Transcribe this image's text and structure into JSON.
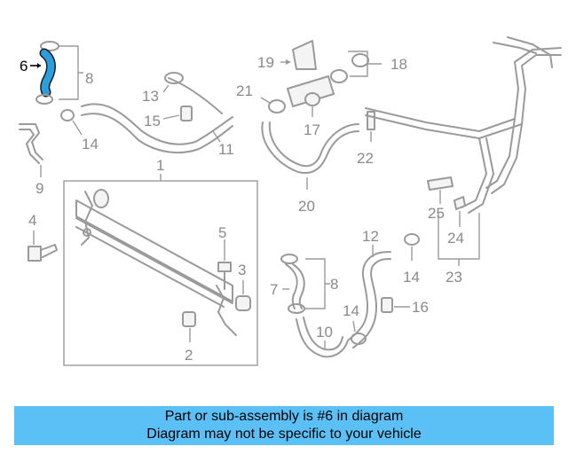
{
  "diagram": {
    "callouts": {
      "c1": "1",
      "c2": "2",
      "c3": "3",
      "c4": "4",
      "c5": "5",
      "c6": "6",
      "c7": "7",
      "c8a": "8",
      "c8b": "8",
      "c9": "9",
      "c10": "10",
      "c11": "11",
      "c12": "12",
      "c13": "13",
      "c14a": "14",
      "c14b": "14",
      "c14c": "14",
      "c15": "15",
      "c16": "16",
      "c17": "17",
      "c18": "18",
      "c19": "19",
      "c20": "20",
      "c21": "21",
      "c22": "22",
      "c23": "23",
      "c24": "24",
      "c25": "25"
    },
    "highlight_color": "#2a9fdc",
    "line_color": "#9a9a9a"
  },
  "banner": {
    "line1": "Part or sub-assembly is #6 in diagram",
    "line2": "Diagram may not be specific to your vehicle",
    "background": "#5bc0f5"
  }
}
